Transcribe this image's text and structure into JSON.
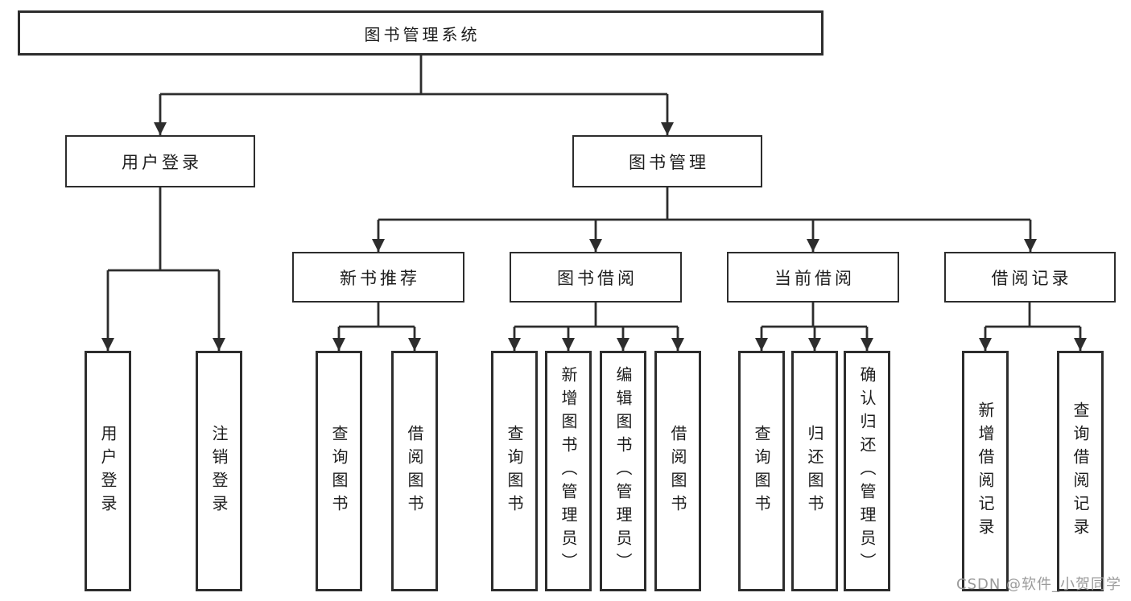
{
  "diagram": {
    "root": {
      "label": "图书管理系统"
    },
    "branches": [
      {
        "label": "用户登录",
        "children": [
          {
            "label": "用户登录"
          },
          {
            "label": "注销登录"
          }
        ]
      },
      {
        "label": "图书管理",
        "children": [
          {
            "label": "新书推荐",
            "children": [
              {
                "label": "查询图书"
              },
              {
                "label": "借阅图书"
              }
            ]
          },
          {
            "label": "图书借阅",
            "children": [
              {
                "label": "查询图书"
              },
              {
                "label": "新增图书（管理员）"
              },
              {
                "label": "编辑图书（管理员）"
              },
              {
                "label": "借阅图书"
              }
            ]
          },
          {
            "label": "当前借阅",
            "children": [
              {
                "label": "查询图书"
              },
              {
                "label": "归还图书"
              },
              {
                "label": "确认归还（管理员）"
              }
            ]
          },
          {
            "label": "借阅记录",
            "children": [
              {
                "label": "新增借阅记录"
              },
              {
                "label": "查询借阅记录"
              }
            ]
          }
        ]
      }
    ],
    "watermark": "CSDN @软件_小贺同学",
    "colors": {
      "line": "#2d2d2d",
      "text": "#1d1d1d",
      "watermark": "#9b9b9b",
      "background": "#ffffff"
    }
  }
}
